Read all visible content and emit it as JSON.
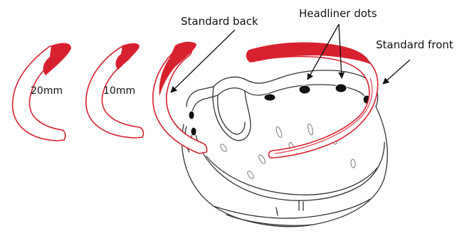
{
  "labels": {
    "standard_back": "Standard back",
    "headliner_dots": "Headliner dots",
    "standard_front": "Standard front",
    "pad_20mm": "20mm",
    "pad_10mm": "10mm"
  },
  "colors": {
    "pad_red": "#d8212f",
    "pad_outline": "#d8212f",
    "line": "#333333",
    "dot": "#111111"
  }
}
